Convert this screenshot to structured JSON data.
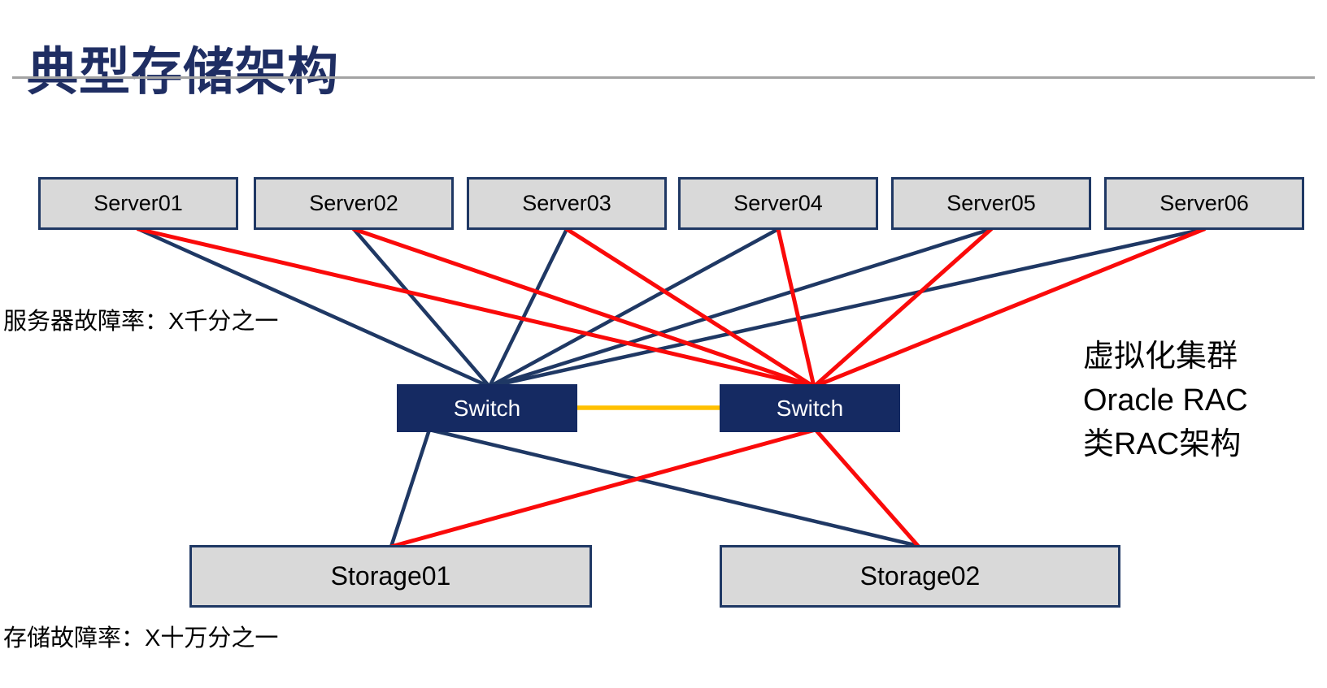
{
  "title": "典型存储架构",
  "colors": {
    "navy": "#1F3864",
    "red": "#FA0A0A",
    "orange": "#FFC000",
    "box_fill": "#D9D9D9",
    "switch_fill": "#152A62",
    "title_color": "#1F2E63",
    "divider_gray": "#A3A3A3"
  },
  "servers": [
    {
      "id": "server1",
      "label": "Server01"
    },
    {
      "id": "server2",
      "label": "Server02"
    },
    {
      "id": "server3",
      "label": "Server03"
    },
    {
      "id": "server4",
      "label": "Server04"
    },
    {
      "id": "server5",
      "label": "Server05"
    },
    {
      "id": "server6",
      "label": "Server06"
    }
  ],
  "switches": [
    {
      "id": "switch1",
      "label": "Switch"
    },
    {
      "id": "switch2",
      "label": "Switch"
    }
  ],
  "storages": [
    {
      "id": "storage1",
      "label": "Storage01"
    },
    {
      "id": "storage2",
      "label": "Storage02"
    }
  ],
  "annotations": {
    "server_fault_rate": "服务器故障率：X千分之一",
    "storage_fault_rate": "存储故障率：X十万分之一",
    "right_note_line1": "虚拟化集群",
    "right_note_line2": "Oracle RAC",
    "right_note_line3": "类RAC架构"
  },
  "connections": [
    {
      "from": "server1",
      "to": "switch1-top",
      "color": "navy"
    },
    {
      "from": "server2",
      "to": "switch1-top",
      "color": "navy"
    },
    {
      "from": "server3",
      "to": "switch1-top",
      "color": "navy"
    },
    {
      "from": "server4",
      "to": "switch1-top",
      "color": "navy"
    },
    {
      "from": "server5",
      "to": "switch1-top",
      "color": "navy"
    },
    {
      "from": "server6",
      "to": "switch1-top",
      "color": "navy"
    },
    {
      "from": "switch1-bottom",
      "to": "storage1-top",
      "color": "navy"
    },
    {
      "from": "switch1-bottom",
      "to": "storage2-top",
      "color": "navy"
    },
    {
      "from": "server1",
      "to": "switch2-top",
      "color": "red"
    },
    {
      "from": "server2",
      "to": "switch2-top",
      "color": "red"
    },
    {
      "from": "server3",
      "to": "switch2-top",
      "color": "red"
    },
    {
      "from": "server4",
      "to": "switch2-top",
      "color": "red"
    },
    {
      "from": "server5",
      "to": "switch2-top",
      "color": "red"
    },
    {
      "from": "server6",
      "to": "switch2-top",
      "color": "red"
    },
    {
      "from": "switch2-bottom",
      "to": "storage1-top",
      "color": "red"
    },
    {
      "from": "switch2-bottom",
      "to": "storage2-top",
      "color": "red"
    },
    {
      "from": "switch1-right",
      "to": "switch2-left",
      "color": "orange"
    }
  ]
}
